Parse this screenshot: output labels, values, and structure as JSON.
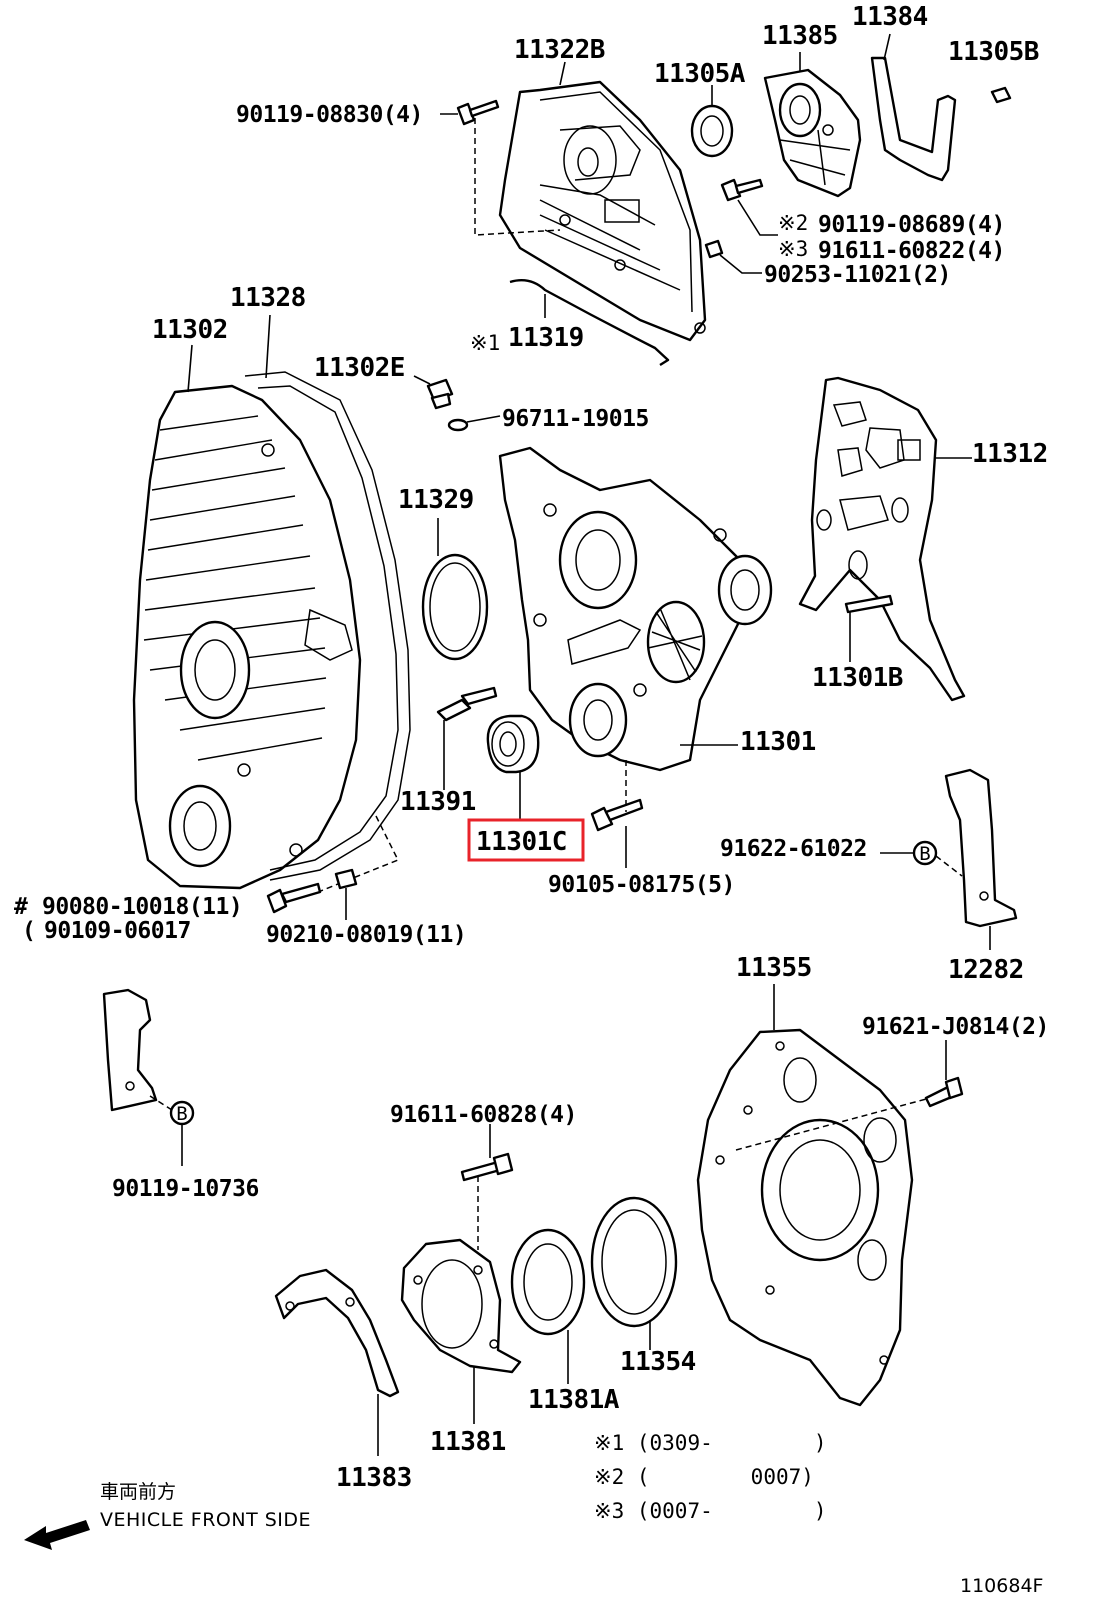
{
  "labels": {
    "p11322B": "11322B",
    "p11385": "11385",
    "p11384": "11384",
    "p11305A": "11305A",
    "p11305B": "11305B",
    "p90119_08830": "90119-08830(4)",
    "p90119_08689": "90119-08689(4)",
    "p91611_60822": "91611-60822(4)",
    "p90253_11021": "90253-11021(2)",
    "p11319": "11319",
    "p11328": "11328",
    "p11302": "11302",
    "p11302E": "11302E",
    "p96711_19015": "96711-19015",
    "p11312": "11312",
    "p11329": "11329",
    "p11301B": "11301B",
    "p11301": "11301",
    "p11391": "11391",
    "p11301C": "11301C",
    "p91622_61022": "91622-61022",
    "p90105_08175": "90105-08175(5)",
    "p90080_10018": "90080-10018(11)",
    "p90109_06017": "90109-06017",
    "p90210_08019": "90210-08019(11)",
    "p12282": "12282",
    "p11355": "11355",
    "p91621_J0814": "91621-J0814(2)",
    "p90119_10736": "90119-10736",
    "p91611_60828": "91611-60828(4)",
    "p11354": "11354",
    "p11381A": "11381A",
    "p11381": "11381",
    "p11383": "11383"
  },
  "marks": {
    "note1": "※1",
    "note2": "※2",
    "note3": "※3",
    "hash": "#",
    "paren": "(",
    "b_circle": "B"
  },
  "legend": {
    "line1": "※1 (0309-        )",
    "line2": "※2 (        0007)",
    "line3": "※3 (0007-        )"
  },
  "direction": {
    "japanese": "車両前方",
    "english": "VEHICLE FRONT SIDE"
  },
  "figure_id": "110684F",
  "highlight": {
    "part": "11301C",
    "color": "#e8232a"
  }
}
